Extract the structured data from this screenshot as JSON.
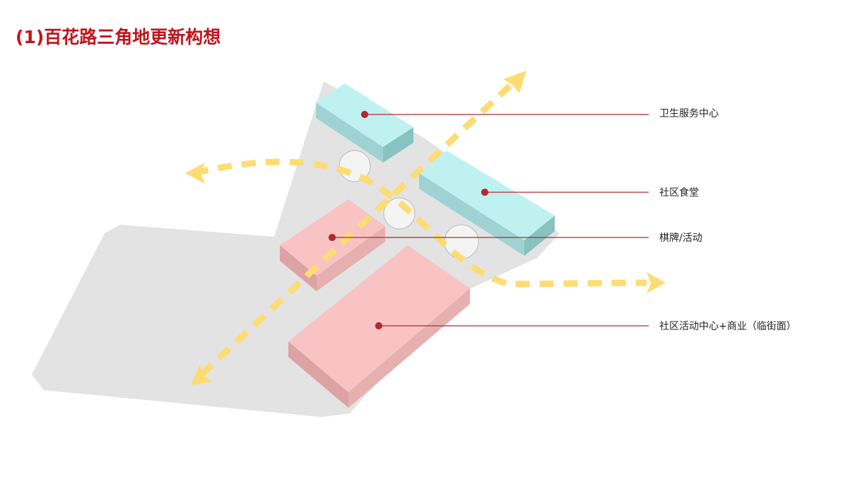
{
  "title": "(1)百花路三角地更新构想",
  "labels": {
    "health_center": "卫生服务中心",
    "canteen": "社区食堂",
    "chess_activity": "棋牌/活动",
    "activity_commerce": "社区活动中心+商业（临街面）"
  },
  "colors": {
    "title": "#c0141c",
    "site": "#e3e3e3",
    "blue_block": "#bff1f1",
    "pink_block": "#f9c3c4",
    "arrow": "#fddc73",
    "leader": "#b02a30"
  }
}
